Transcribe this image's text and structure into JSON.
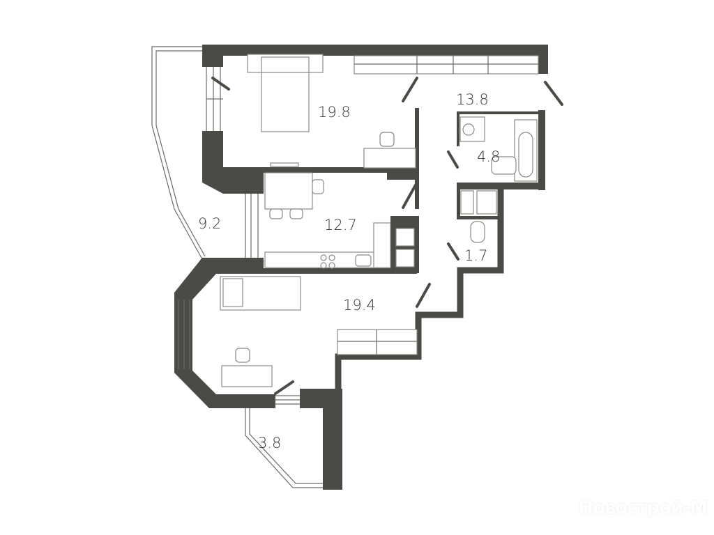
{
  "rooms": [
    {
      "id": "bedroom-1",
      "area": "19.8"
    },
    {
      "id": "hallway",
      "area": "13.8"
    },
    {
      "id": "bathroom",
      "area": "4.8"
    },
    {
      "id": "kitchen",
      "area": "12.7"
    },
    {
      "id": "loggia-1",
      "area": "9.2"
    },
    {
      "id": "toilet",
      "area": "1.7"
    },
    {
      "id": "bedroom-2",
      "area": "19.4"
    },
    {
      "id": "loggia-2",
      "area": "3.8"
    }
  ],
  "watermark": "Новострой-М",
  "colors": {
    "wall": "#4a4a47",
    "background": "#ffffff"
  }
}
